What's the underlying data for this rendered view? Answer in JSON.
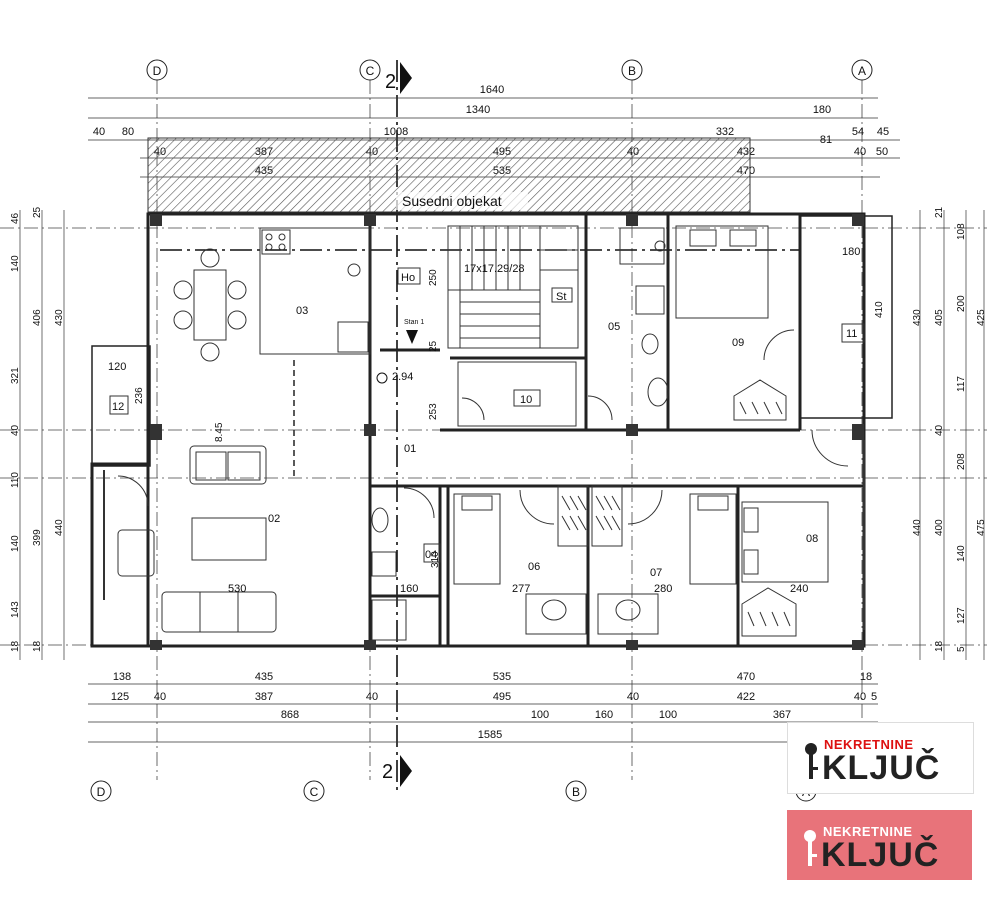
{
  "title": "Susedni objekat",
  "axes": {
    "top": [
      "D",
      "C",
      "2",
      "B",
      "A"
    ],
    "bottom": [
      "D",
      "C",
      "2",
      "B",
      "A"
    ]
  },
  "top_dims": {
    "row1": [
      "1640"
    ],
    "row2": [
      "1340",
      "180"
    ],
    "row3": [
      "40",
      "80",
      "1008",
      "332",
      "81",
      "54",
      "45"
    ],
    "row4": [
      "40",
      "387",
      "40",
      "495",
      "40",
      "432",
      "40",
      "50"
    ],
    "row5": [
      "435",
      "535",
      "470"
    ]
  },
  "bottom_dims": {
    "row1": [
      "138",
      "435",
      "535",
      "470",
      "18"
    ],
    "row2": [
      "125",
      "40",
      "387",
      "40",
      "495",
      "40",
      "422",
      "40",
      "5"
    ],
    "row3": [
      "868",
      "100",
      "160",
      "100",
      "367"
    ],
    "row4": [
      "1585"
    ]
  },
  "left_dims": {
    "col_outer": [
      "46",
      "140",
      "321",
      "40",
      "110",
      "140",
      "143",
      "18"
    ],
    "col_mid": [
      "25",
      "406",
      "399",
      "18"
    ],
    "col_inner": [
      "430",
      "440"
    ]
  },
  "right_dims": {
    "col_a": [
      "430",
      "440"
    ],
    "col_b": [
      "21",
      "405",
      "40",
      "400",
      "18"
    ],
    "col_c": [
      "108",
      "200",
      "117",
      "208",
      "140",
      "127",
      "5"
    ],
    "col_d": [
      "425",
      "475"
    ]
  },
  "rooms": {
    "r01": "01",
    "r02": "02",
    "r03": "03",
    "r04": "04",
    "r05": "05",
    "r06": "06",
    "r07": "07",
    "r08": "08",
    "r09": "09",
    "r10": "10",
    "r11": "11",
    "r12": "12"
  },
  "annotations": {
    "stair": "17x17.29/28",
    "stair_label": "St",
    "ho": "Ho",
    "stan": "Stan 1",
    "level": "2.94",
    "h250": "250",
    "h253": "253",
    "h25": "25",
    "d845": "8.45",
    "d530": "530",
    "d277": "277",
    "d280": "280",
    "d240": "240",
    "d160": "160",
    "d310": "310",
    "d120": "120",
    "d236": "236",
    "d180": "180",
    "d410": "410"
  },
  "watermark": {
    "top": "NEKRETNINE",
    "main": "KLJUČ"
  },
  "colors": {
    "wall": "#222222",
    "column": "#333333",
    "hatch": "#666666",
    "watermark_bg": "#e8737a",
    "watermark_red": "#dd1111"
  }
}
